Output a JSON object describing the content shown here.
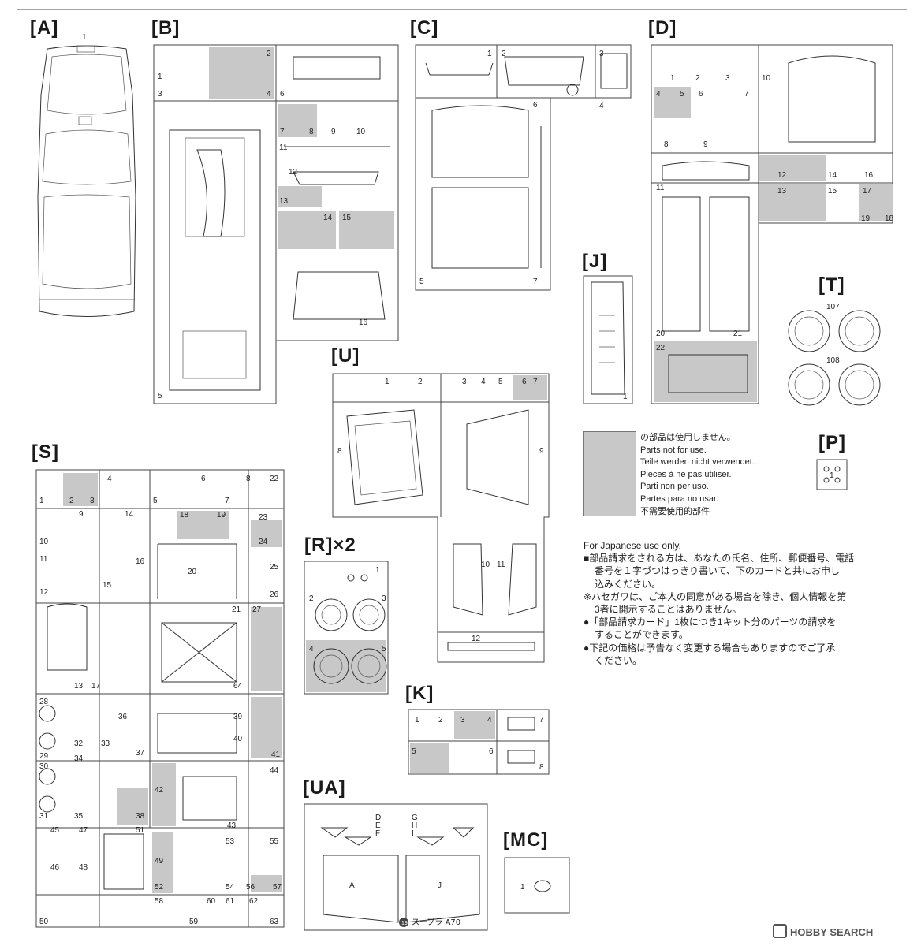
{
  "sprues": [
    {
      "id": "A",
      "label": "[A]"
    },
    {
      "id": "B",
      "label": "[B]"
    },
    {
      "id": "C",
      "label": "[C]"
    },
    {
      "id": "D",
      "label": "[D]"
    },
    {
      "id": "J",
      "label": "[J]"
    },
    {
      "id": "T",
      "label": "[T]"
    },
    {
      "id": "U",
      "label": "[U]"
    },
    {
      "id": "P",
      "label": "[P]"
    },
    {
      "id": "S",
      "label": "[S]"
    },
    {
      "id": "R",
      "label": "[R]×2"
    },
    {
      "id": "K",
      "label": "[K]"
    },
    {
      "id": "UA",
      "label": "[UA]"
    },
    {
      "id": "MC",
      "label": "[MC]"
    }
  ],
  "legend_lines": [
    "の部品は使用しません。",
    "Parts not for use.",
    "Teile werden nicht verwendet.",
    "Pièces à ne pas utiliser.",
    "Parti non per uso.",
    "Partes para no usar.",
    "不需要使用的部件"
  ],
  "japanese_note": {
    "heading": "For Japanese use only.",
    "lines": [
      "■部品請求をされる方は、あなたの氏名、住所、郵便番号、電話",
      "番号を１字づつはっきり書いて、下のカードと共にお申し",
      "込みください。",
      "※ハセガワは、ご本人の同意がある場合を除き、個人情報を第",
      "3者に開示することはありません。",
      "●「部品請求カード」1枚につき1キット分のパーツの請求を",
      "することができます。",
      "●下記の価格は予告なく変更する場合もありますのでご了承",
      "ください。"
    ]
  },
  "ua_caption": "スープラ A70",
  "ua_caption_num": "19",
  "watermark": "HOBBY SEARCH",
  "colors": {
    "not_used_gray": "#c8c8c8",
    "line": "#333333"
  }
}
